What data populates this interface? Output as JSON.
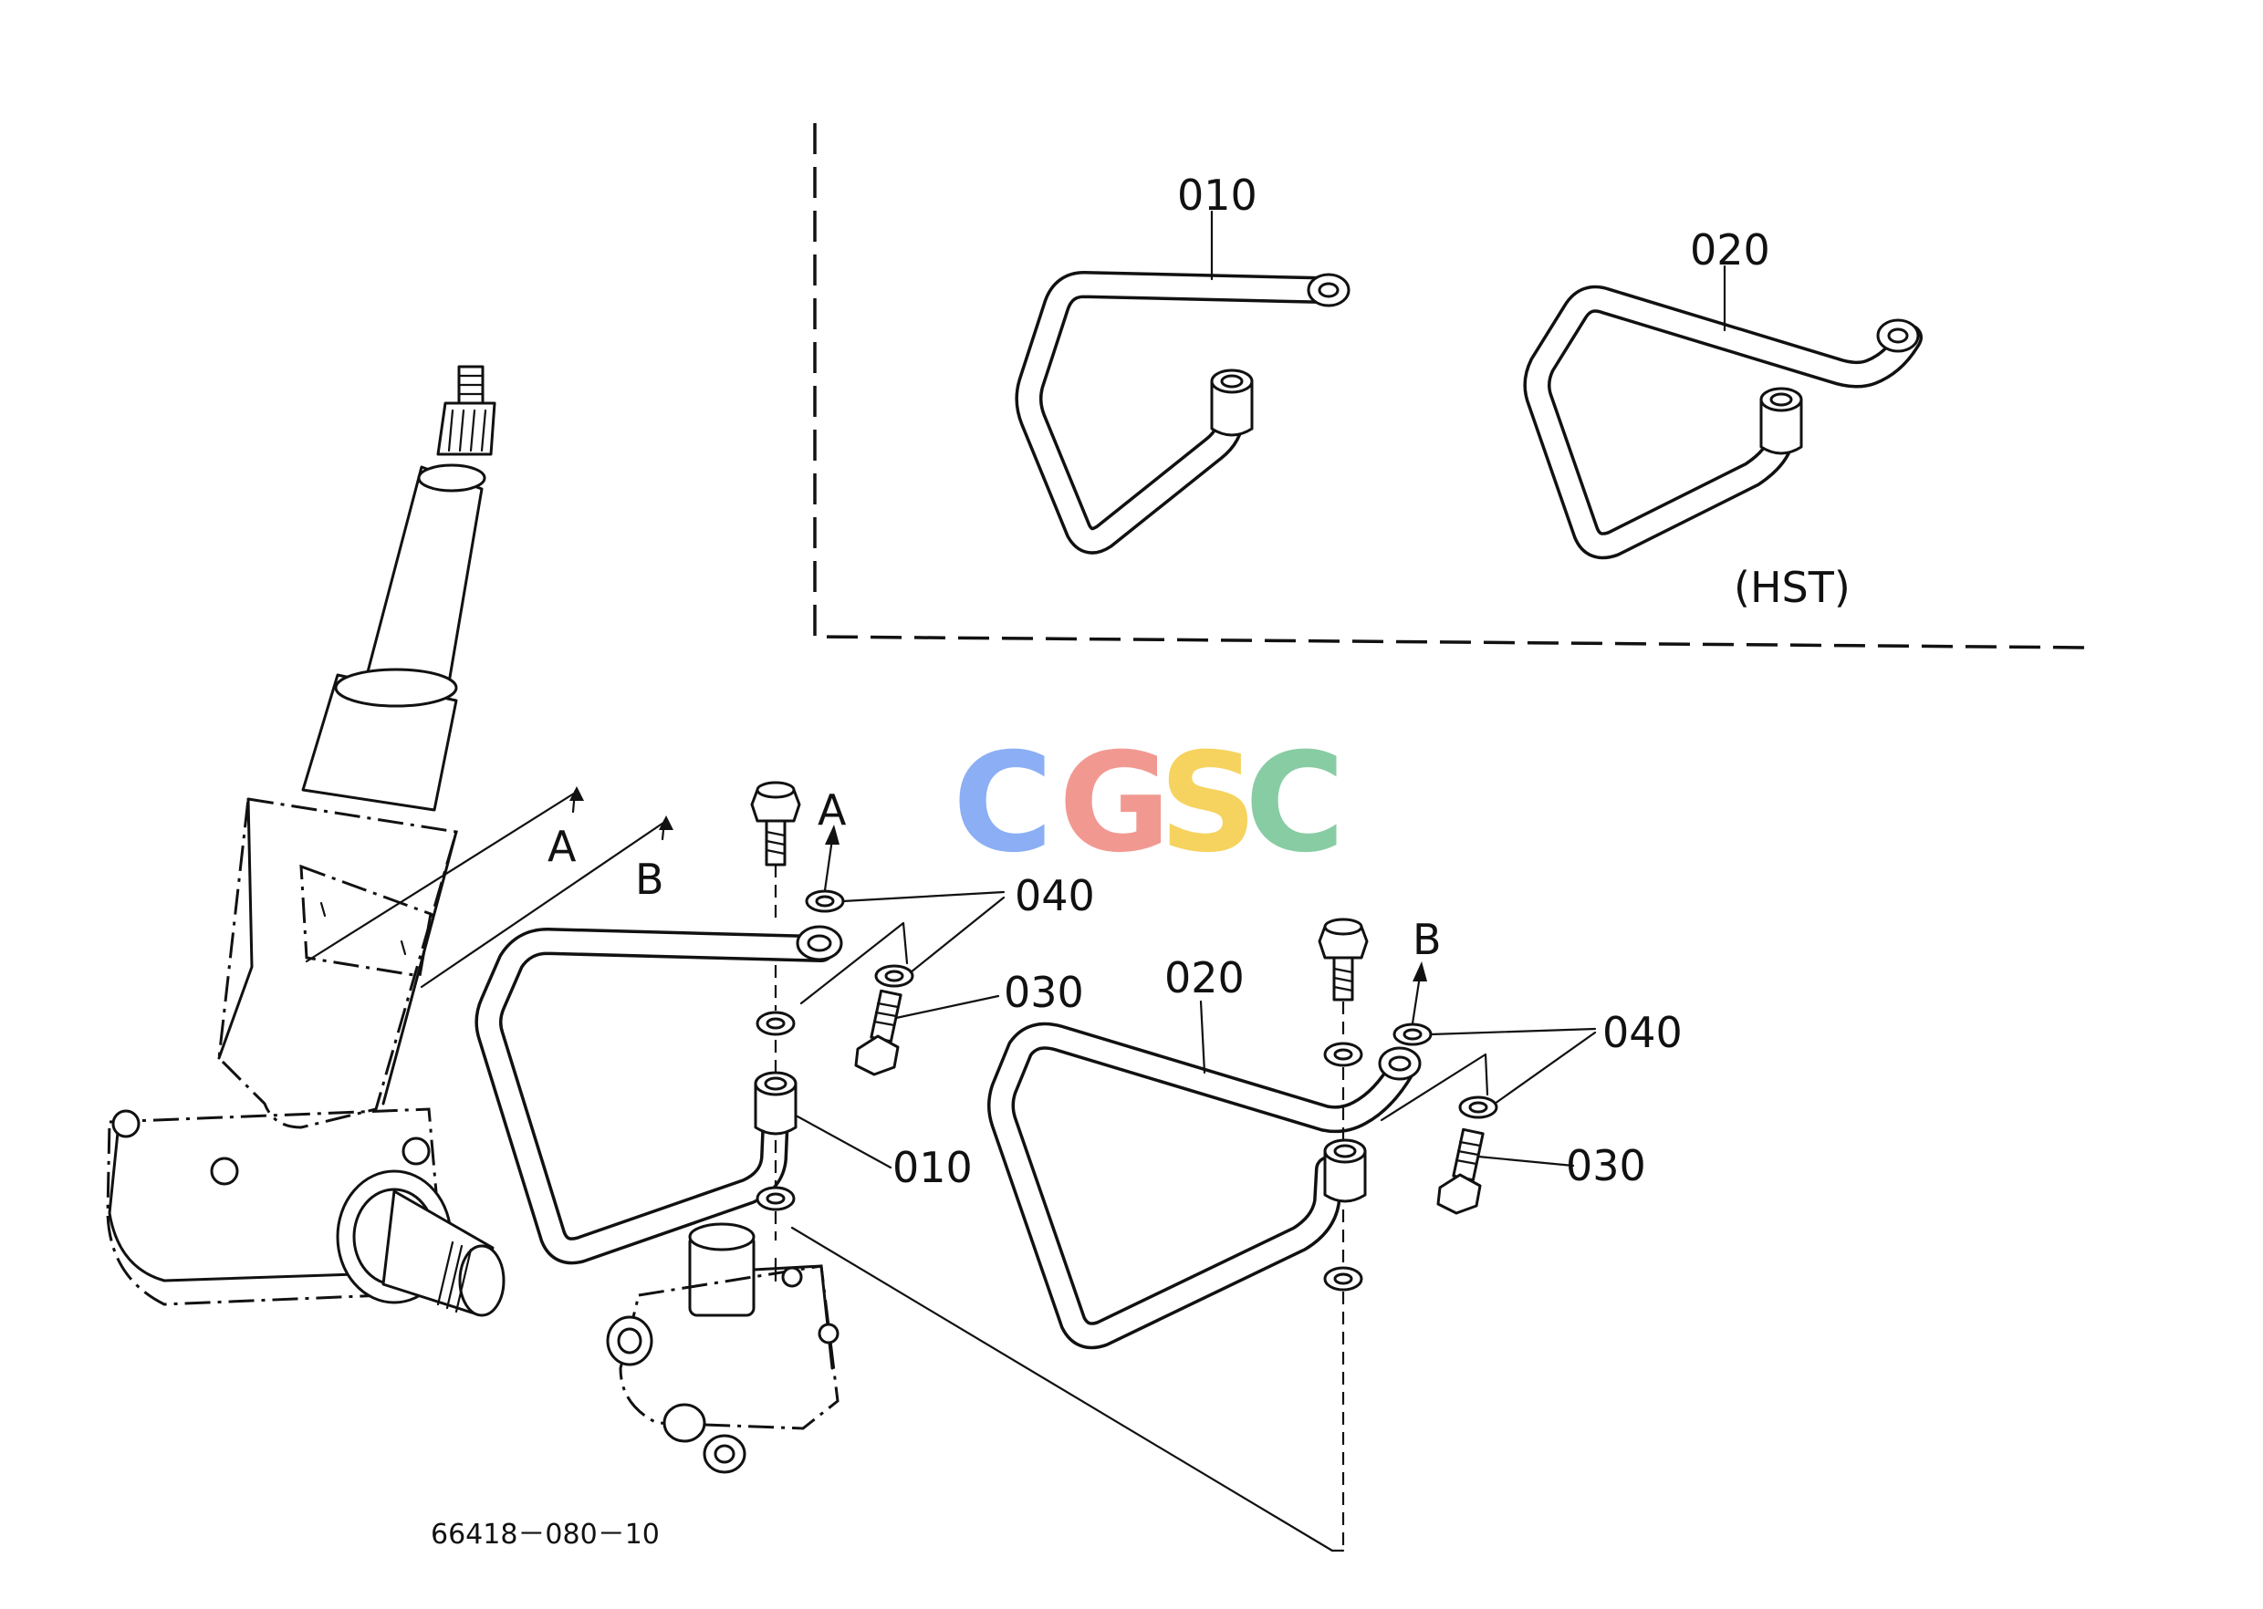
{
  "diagram": {
    "inset": {
      "label_pipe_1": "010",
      "label_pipe_2": "020",
      "variant_note": "(HST)"
    },
    "main": {
      "arrow_a": "A",
      "arrow_b": "B",
      "left_assembly": {
        "arrow_label": "A",
        "washer_label": "040",
        "bolt_label": "030",
        "pipe_label": "010"
      },
      "right_assembly": {
        "arrow_label": "B",
        "pipe_label": "020",
        "washer_label": "040",
        "bolt_label": "030"
      }
    },
    "drawing_number": "66418－080－10"
  },
  "watermark": {
    "letters": [
      "C",
      "G",
      "S",
      "C"
    ],
    "colors": [
      "#7fa6f5",
      "#f08f86",
      "#f5cf4d",
      "#7cc79a"
    ]
  }
}
